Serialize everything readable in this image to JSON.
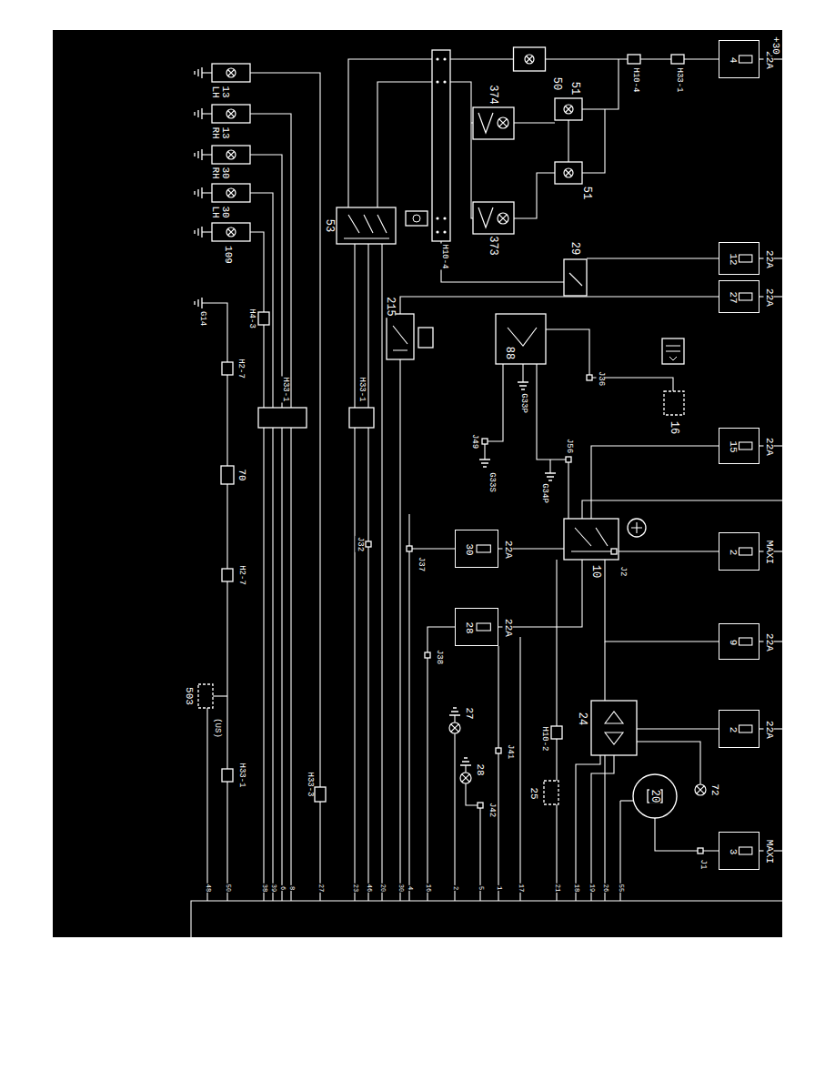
{
  "diagram": {
    "nodes": [
      {
        "text": [
          "4",
          "22A"
        ]
      },
      {
        "text": [
          "12",
          "22A"
        ]
      },
      {
        "text": [
          "27",
          "22A"
        ]
      },
      {
        "text": [
          "15",
          "22A"
        ]
      },
      {
        "text": [
          "2",
          "MAXI"
        ]
      },
      {
        "text": [
          "9",
          "22A"
        ]
      },
      {
        "text": [
          "2",
          "22A"
        ]
      },
      {
        "text": [
          "3",
          "MAXI"
        ]
      },
      {
        "text": [
          "30",
          "22A"
        ]
      },
      {
        "text": [
          "28",
          "22A"
        ]
      }
    ],
    "labels": [
      "+30",
      "H33-1",
      "H10-4",
      "50",
      "374",
      "51",
      "51",
      "373",
      "29",
      "13",
      "LH",
      "13",
      "RH",
      "30",
      "RH",
      "30",
      "LH",
      "109",
      "53",
      "H10-4",
      "H4-3",
      "G14",
      "H2-7",
      "H33-1",
      "H33-1",
      "215",
      "88",
      "J36",
      "16",
      "G33P",
      "J49",
      "G33S",
      "J56",
      "G34P",
      "70",
      "J32",
      "J37",
      "10",
      "J2",
      "H2-7",
      "J38",
      "503",
      "(US)",
      "27",
      "J41",
      "28",
      "J42",
      "H10-2",
      "24",
      "25",
      "72",
      "20",
      "J1",
      "H33-1",
      "H33-3",
      "48",
      "50",
      "38",
      "39",
      "6",
      "8",
      "27",
      "23",
      "46",
      "20",
      "30",
      "4",
      "16",
      "2",
      "5",
      "1",
      "17",
      "21",
      "18",
      "19",
      "26",
      "55"
    ]
  }
}
